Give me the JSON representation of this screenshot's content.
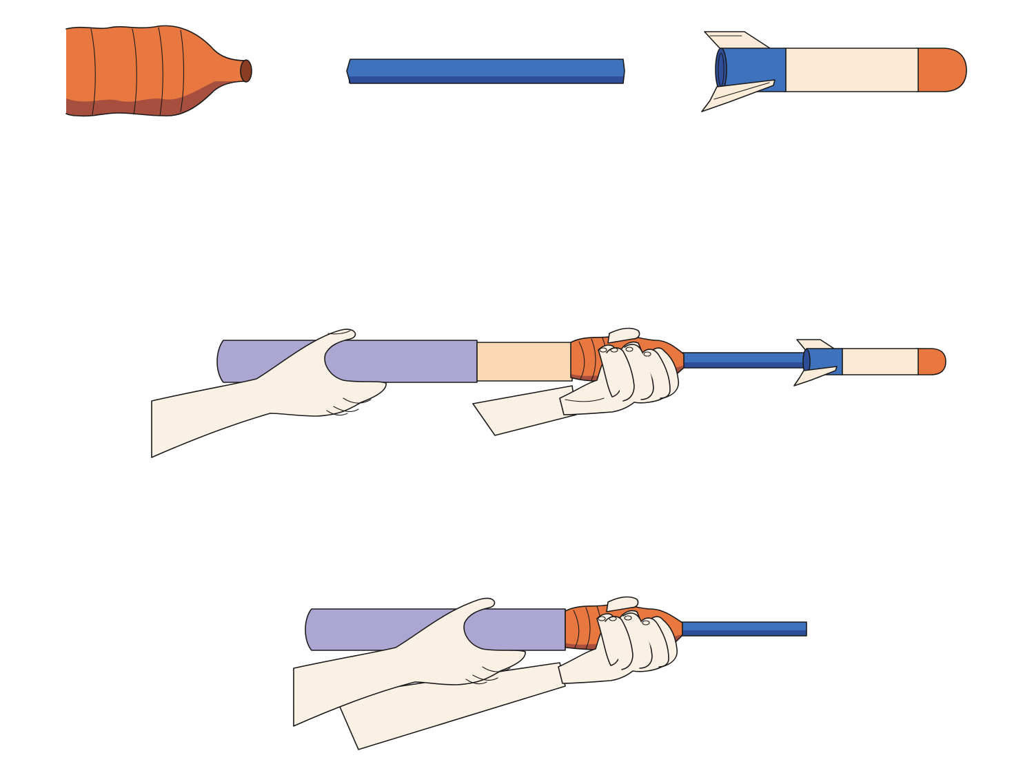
{
  "diagram": {
    "components": [
      {
        "id": "bottle",
        "label": ""
      },
      {
        "id": "tube",
        "label": ""
      },
      {
        "id": "rocket",
        "label": ""
      }
    ],
    "steps": [
      {
        "id": "load-rocket",
        "label": ""
      },
      {
        "id": "launch",
        "label": ""
      }
    ]
  },
  "colors": {
    "outline": "#1a1a1a",
    "bottle_orange": "#e8783f",
    "bottle_shadow": "#a64f3f",
    "bottle_neck": "#8a3d22",
    "tube_blue": "#3e72bc",
    "tube_dark": "#2f4e9a",
    "rocket_body": "#fde9d4",
    "rocket_nose": "#e8783f",
    "fin": "#fbecd9",
    "purple_tube": "#aba6d2",
    "peach_sleeve": "#fcd9b5",
    "skin": "#fbf0e4"
  }
}
